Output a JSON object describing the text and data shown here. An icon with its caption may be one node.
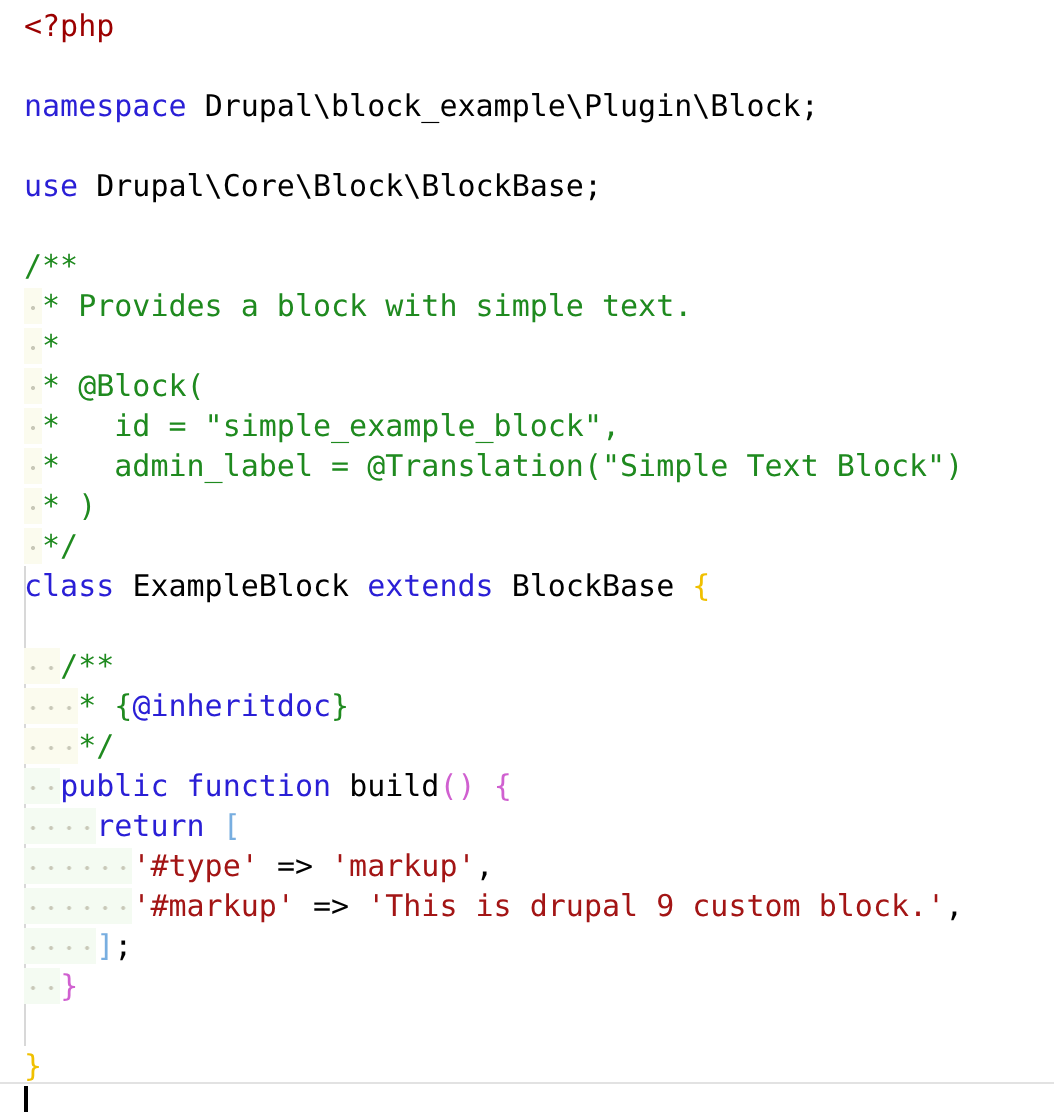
{
  "diagram": {
    "labels": [
      "<?php",
      "namespace Drupal\\block_example\\Plugin\\Block;",
      "use Drupal\\Core\\Block\\BlockBase;",
      "/**",
      " * Provides a block with simple text.",
      " *",
      " * @Block(",
      " *   id = \"simple_example_block\",",
      " *   admin_label = @Translation(\"Simple Text Block\")",
      " * )",
      " */",
      "class ExampleBlock extends BlockBase {",
      "  /**",
      "   * {@inheritdoc}",
      "   */",
      "  public function build() {",
      "    return [",
      "      '#type' => 'markup',",
      "      '#markup' => 'This is drupal 9 custom block.',",
      "    ];",
      "  }",
      "}"
    ]
  }
}
